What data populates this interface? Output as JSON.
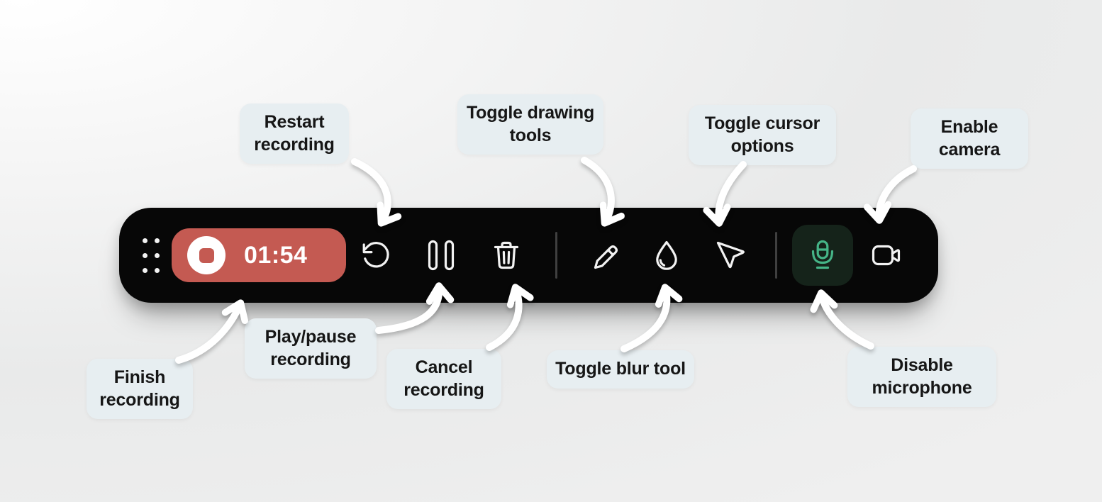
{
  "colors": {
    "toolbar_bg": "#070707",
    "record_red": "#c45a52",
    "mic_green": "#45b487",
    "mic_button_bg": "#15231a",
    "callout_bg": "#e7eef1",
    "callout_text": "#161616",
    "arrow": "#ffffff",
    "divider": "#3f3f3f"
  },
  "toolbar": {
    "timer": "01:54",
    "drag_handle_icon": "drag-dots-icon",
    "buttons": [
      {
        "id": "finish-recording",
        "icon": "stop-icon"
      },
      {
        "id": "restart-recording",
        "icon": "restart-arrow-icon"
      },
      {
        "id": "play-pause-recording",
        "icon": "pause-icon"
      },
      {
        "id": "cancel-recording",
        "icon": "trash-icon"
      },
      {
        "id": "toggle-drawing-tools",
        "icon": "pencil-icon"
      },
      {
        "id": "toggle-blur-tool",
        "icon": "water-drop-icon"
      },
      {
        "id": "toggle-cursor-options",
        "icon": "cursor-pointer-icon"
      },
      {
        "id": "microphone",
        "icon": "microphone-icon",
        "active": true
      },
      {
        "id": "camera",
        "icon": "video-camera-icon",
        "active": false
      }
    ]
  },
  "annotations": [
    {
      "id": "restart-recording",
      "label": "Restart recording"
    },
    {
      "id": "toggle-drawing-tools",
      "label": "Toggle drawing tools"
    },
    {
      "id": "toggle-cursor-options",
      "label": "Toggle cursor options"
    },
    {
      "id": "enable-camera",
      "label": "Enable camera"
    },
    {
      "id": "finish-recording",
      "label": "Finish recording"
    },
    {
      "id": "play-pause-recording",
      "label": "Play/pause recording"
    },
    {
      "id": "cancel-recording",
      "label": "Cancel recording"
    },
    {
      "id": "toggle-blur-tool",
      "label": "Toggle blur tool"
    },
    {
      "id": "disable-microphone",
      "label": "Disable microphone"
    }
  ]
}
